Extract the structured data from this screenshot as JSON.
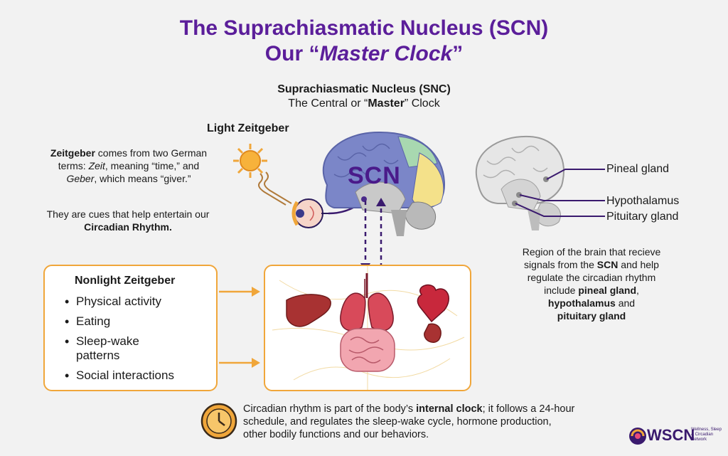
{
  "title": {
    "line1": "The Suprachiasmatic Nucleus (SCN)",
    "line2_prefix": "Our “",
    "line2_italic": "Master Clock",
    "line2_suffix": "”"
  },
  "scn_header": {
    "name": "Suprachiasmatic Nucleus (SNC)",
    "sub_prefix": "The Central or “",
    "sub_bold": "Master",
    "sub_suffix": "” Clock"
  },
  "light_zeitgeber": {
    "heading": "Light Zeitgeber",
    "p1_bold": "Zeitgeber",
    "p1_a": " comes from two German terms: ",
    "p1_zeit": "Zeit",
    "p1_b": ", meaning “time,” and ",
    "p1_geber": "Geber",
    "p1_c": ", which means “giver.”",
    "p2_a": "They are cues that help entertain our ",
    "p2_bold": "Circadian Rhythm."
  },
  "brain": {
    "scn_label": "SCN"
  },
  "right_panel": {
    "labels": [
      "Pineal gland",
      "Hypothalamus",
      "Pituitary gland"
    ],
    "desc_a": "Region of the brain that recieve signals from the ",
    "desc_scn": "SCN",
    "desc_b": " and help regulate the circadian rhythm include ",
    "desc_pineal": "pineal gland",
    "desc_c": ", ",
    "desc_hypo": "hypothalamus",
    "desc_d": " and ",
    "desc_pit": "pituitary gland"
  },
  "nonlight": {
    "heading": "Nonlight Zeitgeber",
    "items": [
      "Physical activity",
      "Eating",
      "Sleep-wake patterns",
      "Social interactions"
    ]
  },
  "footer": {
    "text_a": "Circadian rhythm is part of the body’s ",
    "text_bold": "internal clock",
    "text_b": "; it follows a 24-hour schedule, and regulates the sleep-wake cycle, hormone production, other bodily functions and our behaviors."
  },
  "logo": {
    "name": "WSCN",
    "tagline": "Wellness, Sleep & Circadian Network"
  },
  "colors": {
    "title_purple": "#5b1e9a",
    "accent_orange": "#f0a63a",
    "dark_purple": "#3a1a6e"
  }
}
